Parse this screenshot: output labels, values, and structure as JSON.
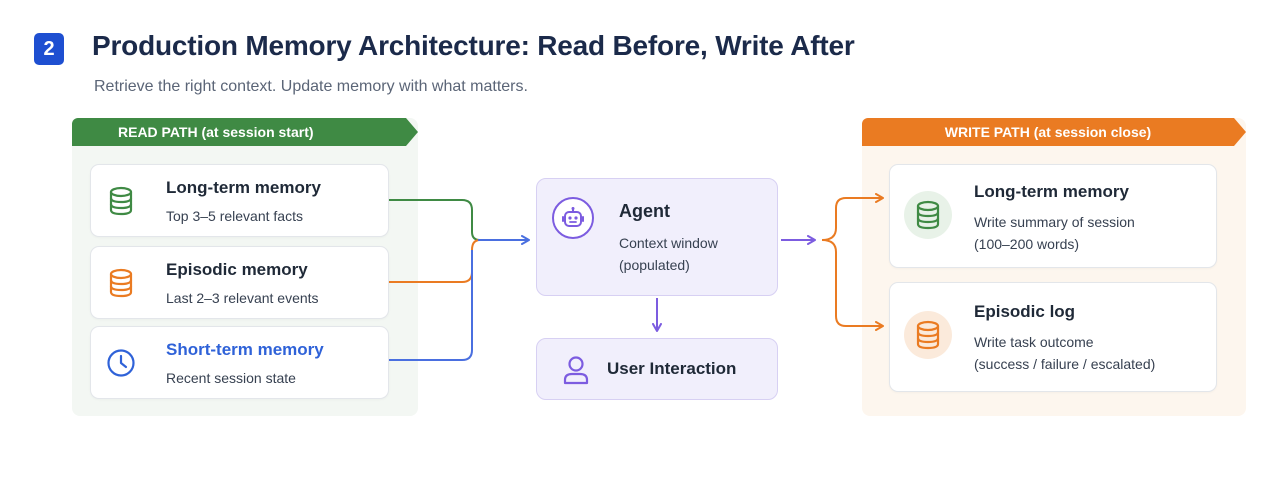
{
  "step_number": "2",
  "title": "Production Memory Architecture: Read Before, Write After",
  "subtitle": "Retrieve the right context. Update memory with what matters.",
  "read_path": {
    "banner": "READ PATH (at session start)",
    "color": "#3f8a44",
    "items": [
      {
        "title": "Long-term memory",
        "sub": "Top 3–5 relevant facts",
        "icon": "database-icon",
        "color": "#3f8a44"
      },
      {
        "title": "Episodic memory",
        "sub": "Last 2–3 relevant events",
        "icon": "database-icon",
        "color": "#ea7b22"
      },
      {
        "title": "Short-term memory",
        "sub": "Recent session state",
        "icon": "clock-icon",
        "color": "#2f62d8"
      }
    ]
  },
  "agent": {
    "title": "Agent",
    "sub_line1": "Context window",
    "sub_line2": "(populated)",
    "icon": "robot-icon",
    "color": "#7c5ce0"
  },
  "user_interaction": {
    "label": "User Interaction",
    "icon": "user-icon"
  },
  "write_path": {
    "banner": "WRITE PATH (at session close)",
    "color": "#ea7b22",
    "items": [
      {
        "title": "Long-term memory",
        "sub_line1": "Write summary of session",
        "sub_line2": "(100–200 words)",
        "icon": "database-icon",
        "color": "#3f8a44"
      },
      {
        "title": "Episodic log",
        "sub_line1": "Write task outcome",
        "sub_line2": "(success / failure / escalated)",
        "icon": "database-icon",
        "color": "#ea7b22"
      }
    ]
  }
}
